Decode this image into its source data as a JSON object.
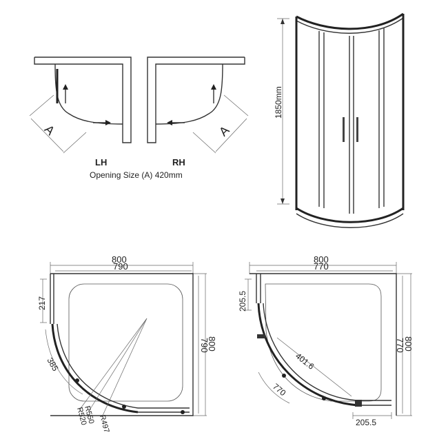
{
  "opening": {
    "lh_label": "LH",
    "rh_label": "RH",
    "a_label_left": "A",
    "a_label_right": "A",
    "caption": "Opening Size (A) 420mm"
  },
  "elevation": {
    "height_label": "1850mm"
  },
  "plan_left": {
    "width_outer": "800",
    "width_inner": "790",
    "height_outer": "800",
    "height_inner": "790",
    "side_dim": "217",
    "arc_dim": "385",
    "radii": [
      "R520",
      "R550",
      "R497"
    ]
  },
  "plan_right": {
    "width_outer": "800",
    "width_inner": "770",
    "height_outer": "800",
    "height_inner": "770",
    "top_dim": "205.5",
    "diag_dim": "401.6",
    "arc_dim": "770",
    "bottom_dim": "205.5"
  }
}
